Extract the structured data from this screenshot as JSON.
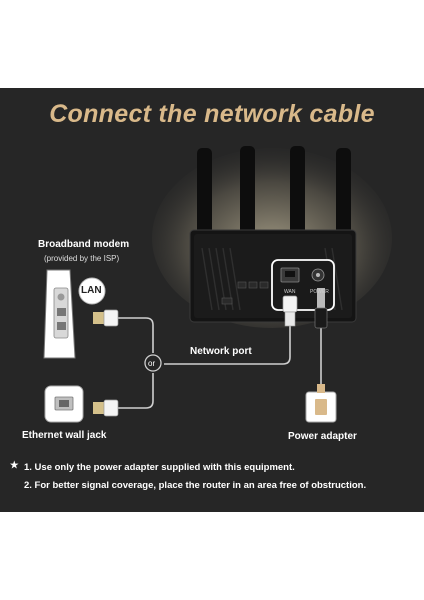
{
  "title": "Connect the network cable",
  "modem": {
    "label": "Broadband modem",
    "sublabel": "(provided by the ISP)",
    "port": "LAN"
  },
  "wall_jack": {
    "label": "Ethernet wall jack"
  },
  "connector": {
    "or": "or",
    "network_port": "Network port"
  },
  "router": {
    "wan_port": "WAN",
    "power_port": "POWER"
  },
  "power_adapter": {
    "label": "Power adapter"
  },
  "notes": {
    "star": "★",
    "note1": "1. Use only the power adapter supplied with this equipment.",
    "note2": "2. For better signal coverage, place the router in an area free of obstruction."
  },
  "colors": {
    "background": "#262626",
    "title": "#d9b98a",
    "accent_glow": "#fff2cc"
  }
}
